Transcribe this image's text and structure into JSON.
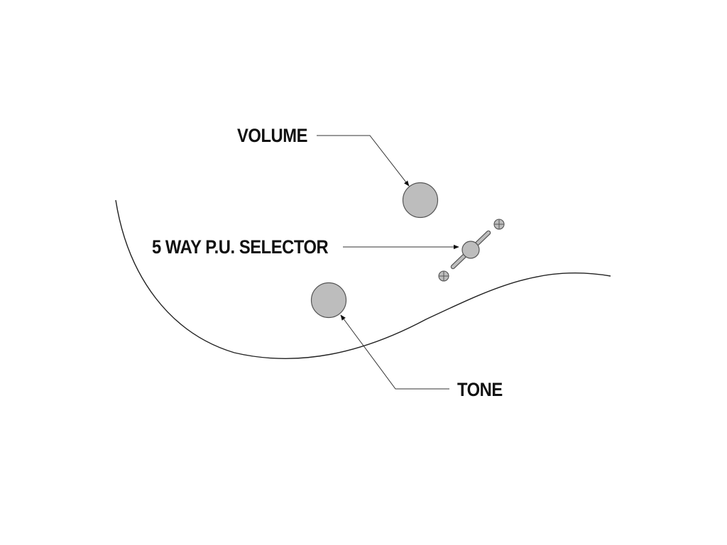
{
  "labels": {
    "volume": "VOLUME",
    "selector": "5 WAY P.U. SELECTOR",
    "tone": "TONE"
  },
  "colors": {
    "knob_fill": "#bdbdbd",
    "outline": "#555555",
    "text": "#111111",
    "body_line": "#222222"
  },
  "components": [
    {
      "id": "volume-knob",
      "type": "knob"
    },
    {
      "id": "selector-switch",
      "type": "5-way switch"
    },
    {
      "id": "tone-knob",
      "type": "knob"
    }
  ]
}
